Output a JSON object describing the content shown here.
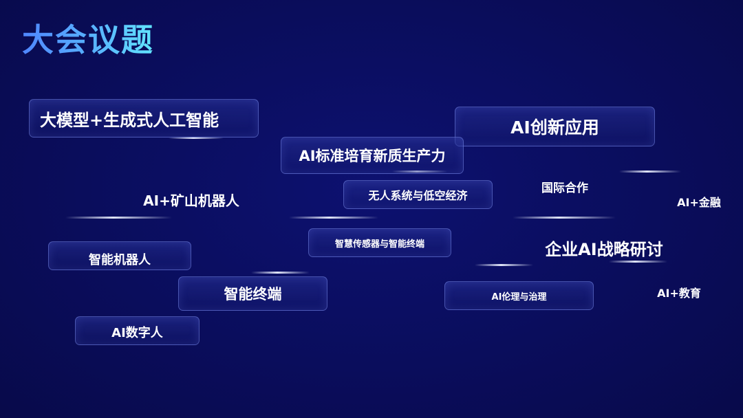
{
  "title": "大会议题",
  "topics": [
    "大模型+生成式人工智能",
    "AI创新应用",
    "AI标准培育新质生产力",
    "AI+矿山机器人",
    "无人系统与低空经济",
    "国际合作",
    "AI+金融",
    "智慧传感器与智能终端",
    "企业AI战略研讨",
    "智能机器人",
    "智能终端",
    "AI伦理与治理",
    "AI+教育",
    "AI数字人"
  ],
  "colors": {
    "background": "#0a0d5c",
    "title_gradient_start": "#4f86ff",
    "title_gradient_end": "#62e6ff",
    "tag_border": "#8ca0ff",
    "text": "#ffffff"
  }
}
